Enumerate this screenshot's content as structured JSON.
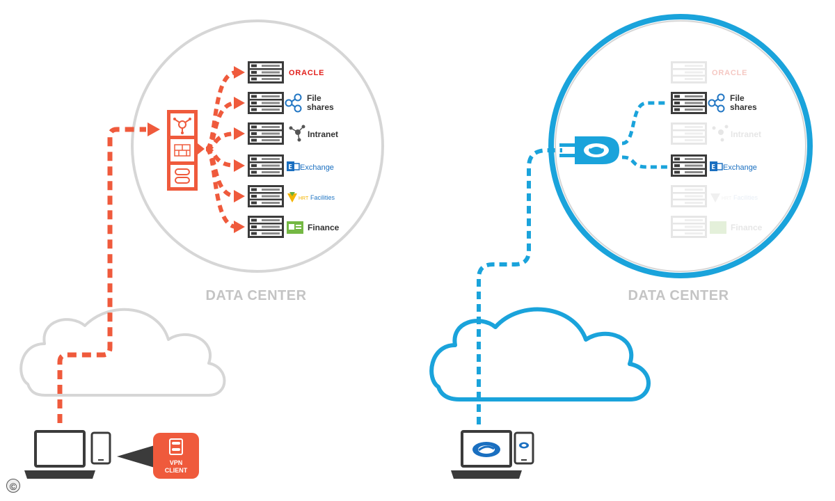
{
  "colors": {
    "vpn_red": "#ef5a3c",
    "ztna_blue": "#1aa3db",
    "outline_gray": "#d6d6d6",
    "server_dark": "#3b3b3b",
    "faded": "#e6e6e6"
  },
  "left_panel": {
    "datacenter_label": "DATA CENTER",
    "apps": [
      {
        "id": "oracle",
        "label": "ORACLE",
        "icon": "oracle-logo",
        "state": "reachable"
      },
      {
        "id": "fileshares",
        "label_line1": "File",
        "label_line2": "shares",
        "icon": "share-icon",
        "state": "reachable"
      },
      {
        "id": "intranet",
        "label": "Intranet",
        "icon": "network-nodes-icon",
        "state": "reachable"
      },
      {
        "id": "exchange",
        "label": "Exchange",
        "icon": "exchange-logo",
        "state": "reachable"
      },
      {
        "id": "hrtfacilities",
        "label_prefix": "HRT",
        "label": "Facilities",
        "icon": "hrt-logo",
        "state": "reachable"
      },
      {
        "id": "finance",
        "label": "Finance",
        "icon": "finance-icon",
        "state": "reachable"
      }
    ],
    "client_badge": {
      "line1": "VPN",
      "line2": "CLIENT",
      "icon": "vpn-client-icon"
    },
    "gateway": {
      "icons": [
        "share-node-icon",
        "firewall-icon",
        "load-balancer-icon"
      ]
    }
  },
  "right_panel": {
    "datacenter_label": "DATA CENTER",
    "apps": [
      {
        "id": "oracle",
        "label": "ORACLE",
        "state": "hidden"
      },
      {
        "id": "fileshares",
        "label_line1": "File",
        "label_line2": "shares",
        "state": "reachable"
      },
      {
        "id": "intranet",
        "label": "Intranet",
        "state": "hidden"
      },
      {
        "id": "exchange",
        "label": "Exchange",
        "state": "reachable"
      },
      {
        "id": "hrtfacilities",
        "label_prefix": "HRT",
        "label": "Facilities",
        "state": "hidden"
      },
      {
        "id": "finance",
        "label": "Finance",
        "state": "hidden"
      }
    ],
    "connector": {
      "icon": "zscaler-plug-icon"
    },
    "client": {
      "icon": "zscaler-logo"
    }
  },
  "copyright_symbol": "©"
}
